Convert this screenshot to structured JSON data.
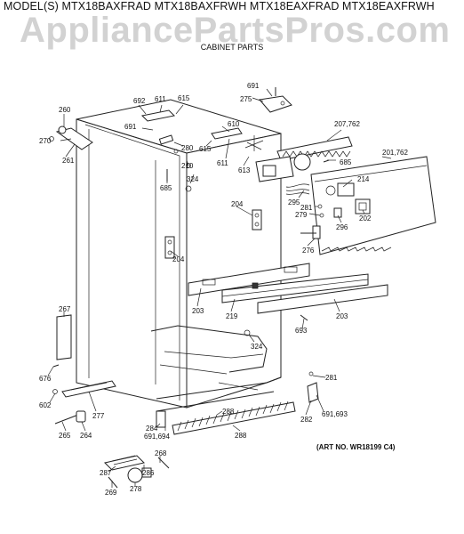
{
  "header": {
    "models": "MODEL(S) MTX18BAXFRAD MTX18BAXFRWH MTX18EAXFRAD MTX18EAXFRWH",
    "watermark": "AppliancePartsPros.com",
    "section_title": "CABINET PARTS"
  },
  "art_number": "(ART NO. WR18199 C4)",
  "callouts": [
    "691",
    "275",
    "692",
    "611",
    "615",
    "260",
    "610",
    "691",
    "207,762",
    "270",
    "280",
    "615",
    "611",
    "613",
    "685",
    "201,762",
    "261",
    "210",
    "324",
    "685",
    "295",
    "214",
    "204",
    "281",
    "279",
    "202",
    "296",
    "276",
    "204",
    "267",
    "203",
    "219",
    "203",
    "693",
    "324",
    "676",
    "281",
    "602",
    "282",
    "691,693",
    "277",
    "288",
    "284",
    "265",
    "264",
    "691,694",
    "288",
    "287",
    "268",
    "286",
    "269",
    "278"
  ]
}
